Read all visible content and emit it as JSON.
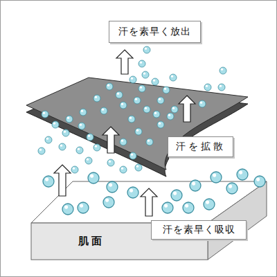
{
  "diagram": {
    "nodes": [
      {
        "text": [
          "汗を素早く放出"
        ]
      },
      {
        "text": [
          "汗を拡散"
        ]
      },
      {
        "text": [
          "汗を素早く吸収"
        ]
      },
      {
        "text": [
          "肌面"
        ]
      }
    ]
  }
}
